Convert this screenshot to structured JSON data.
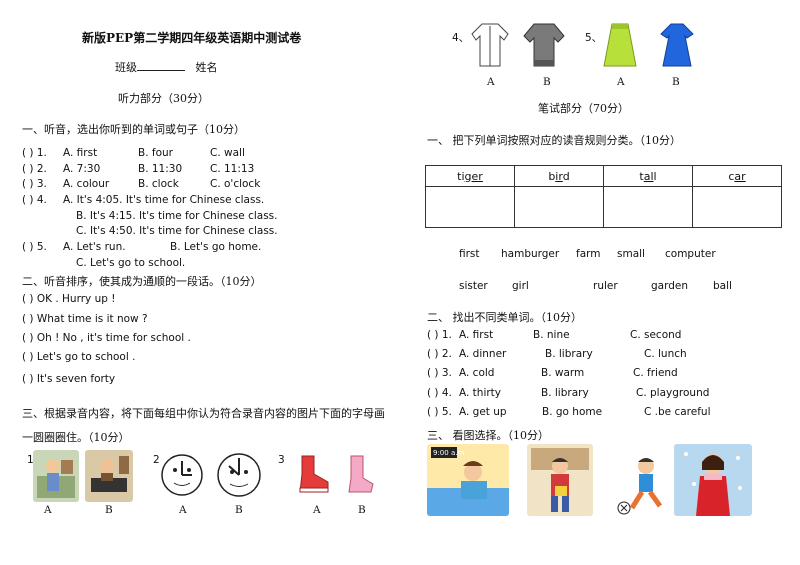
{
  "left": {
    "title": "新版PEP第二学期四年级英语期中测试卷",
    "class_label": "班级",
    "name_label": "姓名",
    "listening_part": "听力部分（30分）",
    "q1": {
      "heading": "一、听音，选出你听到的单词或句子（10分）",
      "items": [
        {
          "prefix": "(   ) 1.",
          "a": "A. first",
          "b": "B. four",
          "c": "C. wall"
        },
        {
          "prefix": "(   ) 2.",
          "a": "A. 7:30",
          "b": "B. 11:30",
          "c": "C. 11:13"
        },
        {
          "prefix": "(   ) 3.",
          "a": "A. colour",
          "b": "B. clock",
          "c": "C. o'clock"
        }
      ],
      "item4_prefix": "(   ) 4.",
      "item4_a": "A.  It's 4:05. It's time for Chinese class.",
      "item4_b": "B.  It's 4:15. It's time for Chinese class.",
      "item4_c": "C.  It's 4:50. It's time for Chinese class.",
      "item5_prefix": "(   ) 5.",
      "item5_a": "A.  Let's run.",
      "item5_b": "B.  Let's go home.",
      "item5_c": "C.  Let's go to school."
    },
    "q2": {
      "heading": "二、听音排序，使其成为通顺的一段话。（10分）",
      "lines": [
        "(   ) OK . Hurry up !",
        "(   ) What time is it now ?",
        "(   ) Oh ! No , it's time for school .",
        "(   ) Let's go to school .",
        "(   ) It's seven forty"
      ]
    },
    "q3": {
      "heading_line1": "三、根据录音内容，将下面每组中你认为符合录音内容的图片下面的字母画",
      "heading_line2": "一圆圈圈住。（10分）",
      "groups": [
        {
          "num": "1",
          "a": "A",
          "b": "B"
        },
        {
          "num": "2",
          "a": "A",
          "b": "B"
        },
        {
          "num": "3",
          "a": "A",
          "b": "B"
        }
      ]
    }
  },
  "right": {
    "top_groups": [
      {
        "num": "4、",
        "a": "A",
        "b": "B"
      },
      {
        "num": "5、",
        "a": "A",
        "b": "B"
      }
    ],
    "written_part": "笔试部分（70分）",
    "q1": {
      "heading": "一、   把下列单词按照对应的读音规则分类。（10分）",
      "headers": [
        {
          "pre": "ti",
          "u": "ger",
          "post": ""
        },
        {
          "pre": "b",
          "u": "ir",
          "post": "d"
        },
        {
          "pre": "t",
          "u": "al",
          "post": "l"
        },
        {
          "pre": "c",
          "u": "ar",
          "post": ""
        }
      ],
      "row1": [
        "first",
        "hamburger",
        "farm",
        "small",
        "computer"
      ],
      "row2": [
        "sister",
        "girl",
        "ruler",
        "garden",
        "ball"
      ]
    },
    "q2": {
      "heading": "二、   找出不同类单词。（10分）",
      "items": [
        {
          "prefix": "(   ) 1.",
          "a": "A. first",
          "b": "B. nine",
          "c": "C. second"
        },
        {
          "prefix": "(   ) 2.",
          "a": "A. dinner",
          "b": "B. library",
          "c": "C. lunch"
        },
        {
          "prefix": "(   ) 3.",
          "a": "A. cold",
          "b": "B. warm",
          "c": "C. friend"
        },
        {
          "prefix": "(   ) 4.",
          "a": "A. thirty",
          "b": "B. library",
          "c": "C. playground"
        },
        {
          "prefix": "(   ) 5.",
          "a": "A. get up",
          "b": "B. go home",
          "c": "C .be careful"
        }
      ]
    },
    "q3": {
      "heading": "三、   看图选择。（10分）",
      "clock_text": "9:00 a.m."
    }
  }
}
